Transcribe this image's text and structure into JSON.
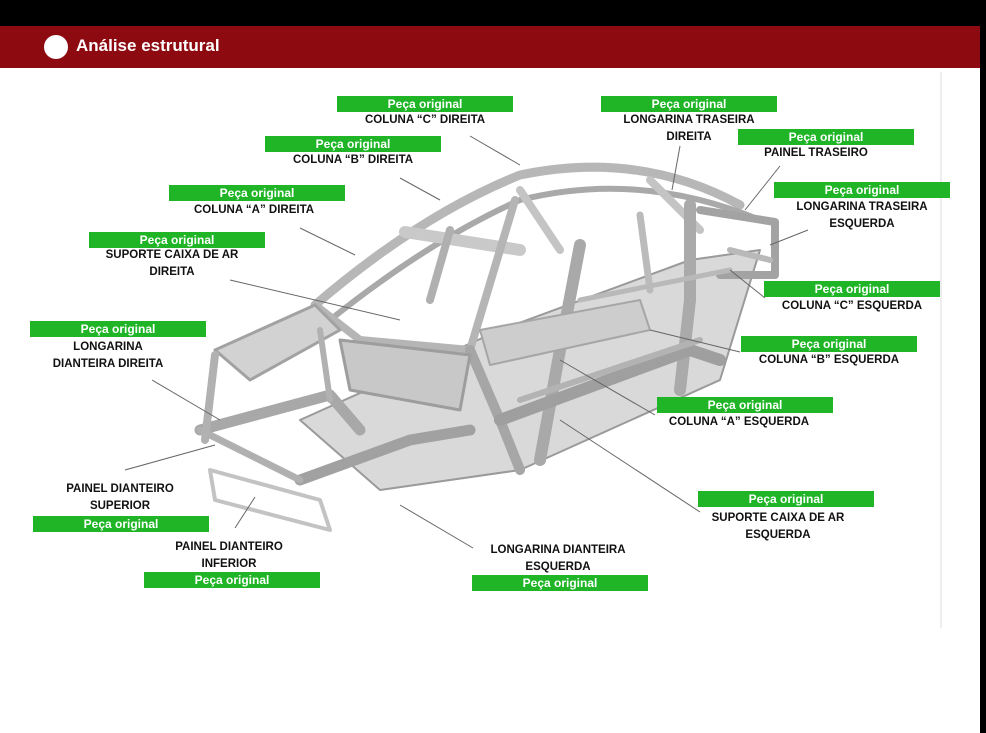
{
  "header": {
    "title": "Análise estrutural"
  },
  "tag_text": "Peça original",
  "callouts": [
    {
      "id": "coluna-c-direita",
      "tag": "Peça original",
      "lines": [
        "COLUNA “C” DIREITA"
      ]
    },
    {
      "id": "longarina-traseira-direita",
      "tag": "Peça original",
      "lines": [
        "LONGARINA TRASEIRA",
        "DIREITA"
      ]
    },
    {
      "id": "painel-traseiro",
      "tag": "Peça original",
      "lines": [
        "PAINEL TRASEIRO"
      ]
    },
    {
      "id": "coluna-b-direita",
      "tag": "Peça original",
      "lines": [
        "COLUNA “B” DIREITA"
      ]
    },
    {
      "id": "longarina-traseira-esquerda",
      "tag": "Peça original",
      "lines": [
        "LONGARINA TRASEIRA",
        "ESQUERDA"
      ]
    },
    {
      "id": "coluna-a-direita",
      "tag": "Peça original",
      "lines": [
        "COLUNA “A” DIREITA"
      ]
    },
    {
      "id": "suporte-caixa-ar-direita",
      "tag": "Peça original",
      "lines": [
        "SUPORTE CAIXA DE AR",
        "DIREITA"
      ]
    },
    {
      "id": "coluna-c-esquerda",
      "tag": "Peça original",
      "lines": [
        "COLUNA “C” ESQUERDA"
      ]
    },
    {
      "id": "longarina-dianteira-direita",
      "tag": "Peça original",
      "lines": [
        "LONGARINA",
        "DIANTEIRA DIREITA"
      ]
    },
    {
      "id": "coluna-b-esquerda",
      "tag": "Peça original",
      "lines": [
        "COLUNA “B” ESQUERDA"
      ]
    },
    {
      "id": "coluna-a-esquerda",
      "tag": "Peça original",
      "lines": [
        "COLUNA “A” ESQUERDA"
      ]
    },
    {
      "id": "suporte-caixa-ar-esquerda",
      "tag": "Peça original",
      "lines": [
        "SUPORTE CAIXA DE AR",
        "ESQUERDA"
      ]
    },
    {
      "id": "painel-dianteiro-superior",
      "tag": "Peça original",
      "lines": [
        "PAINEL DIANTEIRO",
        "SUPERIOR"
      ]
    },
    {
      "id": "painel-dianteiro-inferior",
      "tag": "Peça original",
      "lines": [
        "PAINEL DIANTEIRO",
        "INFERIOR"
      ]
    },
    {
      "id": "longarina-dianteira-esquerda",
      "tag": "Peça original",
      "lines": [
        "LONGARINA DIANTEIRA",
        "ESQUERDA"
      ]
    }
  ],
  "colors": {
    "header": "#8c0a10",
    "tag": "#1fb526",
    "car_frame": "#b9b9b9"
  }
}
